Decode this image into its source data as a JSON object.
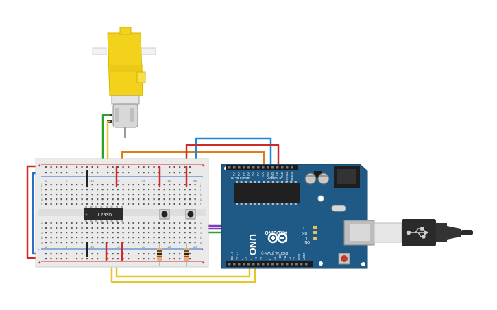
{
  "colors": {
    "breadboard": "#eaeaea",
    "rail_red": "#d62b2b",
    "rail_blue": "#2e6fc4",
    "arduino": "#1f5a86",
    "motor": "#f3d21c",
    "wire_green": "#2fa12f",
    "wire_yellow": "#e6c62a",
    "wire_orange": "#e07a1a",
    "wire_blue": "#1e88d6",
    "wire_red": "#d32828",
    "wire_purple": "#7a3fb6"
  },
  "breadboard": {
    "column_numbers_visible": [
      "1",
      "5",
      "10",
      "15",
      "20",
      "25",
      "30"
    ],
    "row_letters_top": [
      "j",
      "i",
      "h",
      "g",
      "f"
    ],
    "row_letters_bottom": [
      "e",
      "d",
      "c",
      "b",
      "a"
    ],
    "rail_plus": "+",
    "rail_minus": "-"
  },
  "chip": {
    "label": "L293D"
  },
  "arduino": {
    "brand": "ARDUINO",
    "model": "UNO",
    "analog_header": "ANALOG IN",
    "power_header": "POWER",
    "digital_header": "DIGITAL (PWM~)",
    "power_pins": [
      "IOREF",
      "RESET",
      "3V3",
      "5V",
      "GND",
      "GND",
      "Vin"
    ],
    "analog_pins": [
      "A0",
      "A1",
      "A2",
      "A3",
      "A4",
      "A5"
    ],
    "tx_label": "TX",
    "rx_label": "RX",
    "l_label": "L",
    "on_label": "ON",
    "aref_label": "AREF",
    "gnd_label": "GND",
    "digital_pins": [
      "13",
      "12",
      "~11",
      "~10",
      "~9",
      "8",
      "7",
      "~6",
      "~5",
      "4",
      "~3",
      "2",
      "TX→1",
      "RX←0"
    ]
  },
  "motor": {
    "name": "DC Motor"
  },
  "usb": {
    "icon": "usb-icon"
  }
}
